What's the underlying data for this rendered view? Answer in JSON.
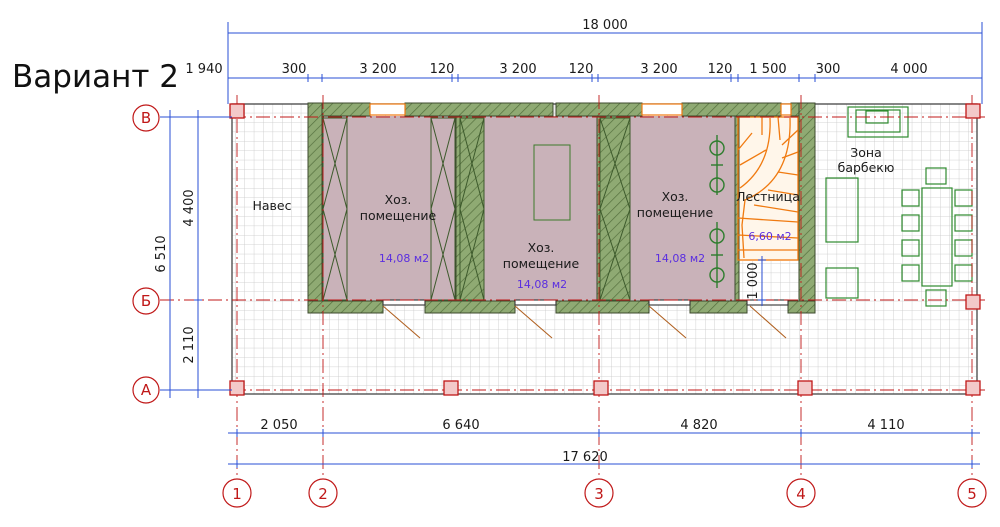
{
  "title": "Вариант 2",
  "top_dims": {
    "overall": "18 000",
    "segments": [
      "1 940",
      "300",
      "3 200",
      "120",
      "3 200",
      "120",
      "3 200",
      "120",
      "1 500",
      "300",
      "4 000"
    ]
  },
  "bottom_dims": {
    "segments": [
      "2 050",
      "6 640",
      "4 820",
      "4 110"
    ],
    "overall": "17 620"
  },
  "left_dims": {
    "overall": "6 510",
    "upper": "4 400",
    "lower": "2 110"
  },
  "stair_dim": "1 000",
  "axes": {
    "rows": [
      "В",
      "Б",
      "А"
    ],
    "columns": [
      "1",
      "2",
      "3",
      "4",
      "5"
    ]
  },
  "rooms": {
    "canopy": "Навес",
    "storage1": {
      "name1": "Хоз.",
      "name2": "помещение",
      "area": "14,08 м2"
    },
    "storage2": {
      "name1": "Хоз.",
      "name2": "помещение",
      "area": "14,08 м2"
    },
    "storage3": {
      "name1": "Хоз.",
      "name2": "помещение",
      "area": "14,08 м2"
    },
    "stair": {
      "name": "Лестница",
      "area": "6,60 м2"
    },
    "bbq": {
      "name1": "Зона",
      "name2": "барбекю"
    }
  },
  "colors": {
    "axis": "#c01818",
    "dimension": "#2a4fd6",
    "wall": "#7d9a60",
    "room": "#c9b2b9",
    "stair": "#f07a10",
    "grid": "#c4c4c4"
  }
}
